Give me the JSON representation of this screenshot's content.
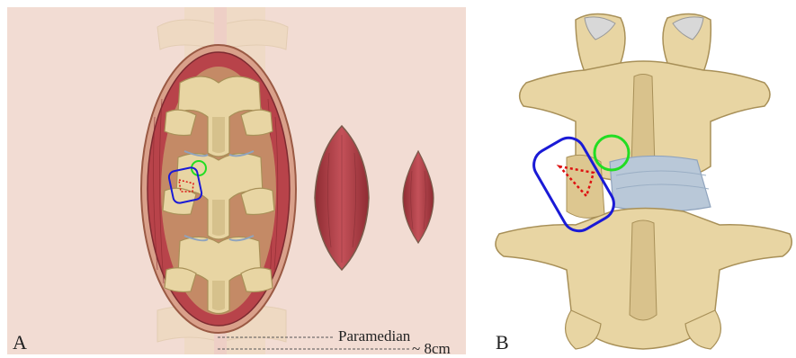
{
  "panels": [
    {
      "id": "A",
      "label": "A"
    },
    {
      "id": "B",
      "label": "B"
    }
  ],
  "annotations": {
    "paramedian": "Paramedian",
    "length": "~ 8cm"
  },
  "colors": {
    "background_a": "#f2dcd3",
    "bone": "#e8d5a3",
    "bone_shadow": "#c9b27a",
    "bone_outline": "#a89058",
    "muscle": "#b8434a",
    "muscle_dark": "#8a2a30",
    "skin": "#d9a38a",
    "disc": "#b9c8d8",
    "blue_marker": "#1a1ad6",
    "green_marker": "#22dd22",
    "red_marker": "#dd1111"
  }
}
